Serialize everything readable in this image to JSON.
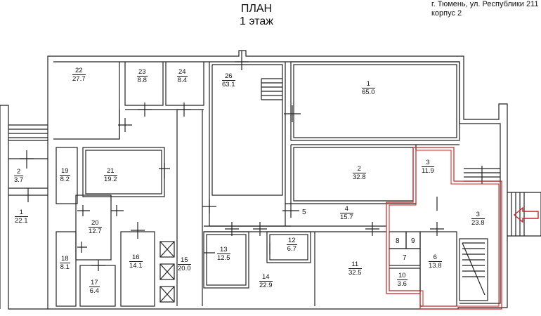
{
  "header": {
    "title_line1": "ПЛАН",
    "title_line2": "1 этаж",
    "address_line1": "г. Тюмень, ул. Республики 211",
    "address_line2": "корпус 2"
  },
  "rooms": [
    {
      "id": "1",
      "area": "65.0"
    },
    {
      "id": "2",
      "area": "32.8"
    },
    {
      "id": "3",
      "area": "11.9"
    },
    {
      "id": "3",
      "area": "23.8"
    },
    {
      "id": "4",
      "area": "15.7"
    },
    {
      "id": "6",
      "area": "13.8"
    },
    {
      "id": "10",
      "area": "3.6"
    },
    {
      "id": "11",
      "area": "32.5"
    },
    {
      "id": "12",
      "area": "6.7"
    },
    {
      "id": "13",
      "area": "12.5"
    },
    {
      "id": "14",
      "area": "22.9"
    },
    {
      "id": "15",
      "area": "20.0"
    },
    {
      "id": "16",
      "area": "14.1"
    },
    {
      "id": "17",
      "area": "6.4"
    },
    {
      "id": "18",
      "area": "8.1"
    },
    {
      "id": "19",
      "area": "8.2"
    },
    {
      "id": "20",
      "area": "12.7"
    },
    {
      "id": "21",
      "area": "19.2"
    },
    {
      "id": "22",
      "area": "27.7"
    },
    {
      "id": "23",
      "area": "8.8"
    },
    {
      "id": "24",
      "area": "8.4"
    },
    {
      "id": "26",
      "area": "63.1"
    },
    {
      "id": "1",
      "area": "22.1"
    },
    {
      "id": "2",
      "area": "3.7"
    }
  ],
  "labels": [
    "5",
    "7",
    "8",
    "9"
  ],
  "colors": {
    "walls": "#222222",
    "highlight": "#cc2222"
  }
}
